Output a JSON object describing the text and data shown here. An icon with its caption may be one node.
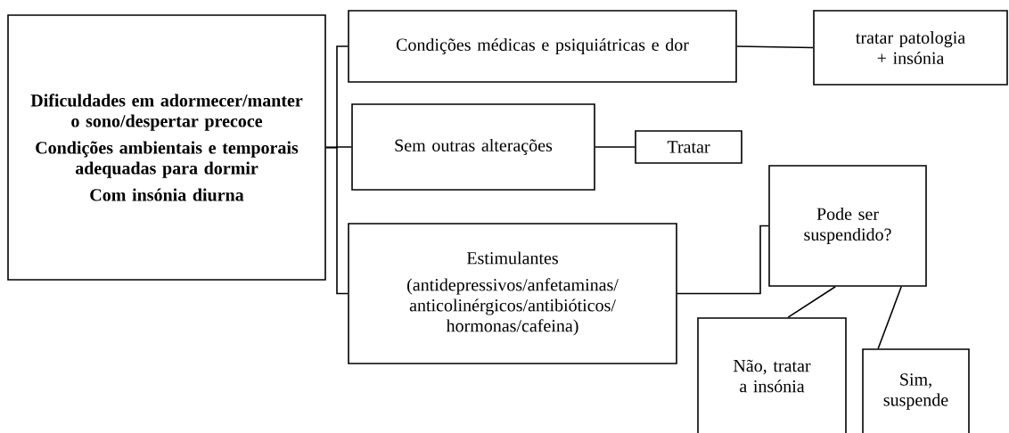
{
  "diagram": {
    "nodes": [
      {
        "text": [
          "Dificuldades em adormecer/manter o sono/despertar precoce",
          "Condições ambientais e temporais adequadas para dormir",
          "Com insónia diurna"
        ]
      },
      {
        "text": [
          "Condições médicas e psiquiátricas e dor"
        ]
      },
      {
        "text": [
          "tratar patologia + insónia"
        ]
      },
      {
        "text": [
          "Sem outras alterações"
        ]
      },
      {
        "text": [
          "Tratar"
        ]
      },
      {
        "text": [
          "Estimulantes",
          "(antidepressivos/anfetaminas/ anticolinérgicos/antibióticos/ hormonas/cafeina)"
        ]
      },
      {
        "text": [
          "Pode ser suspendido?"
        ]
      },
      {
        "text": [
          "Não, tratar a insónia"
        ]
      },
      {
        "text": [
          "Sim, suspende"
        ]
      }
    ],
    "edges": [
      {
        "from": 0,
        "to": 1,
        "arrow": "none"
      },
      {
        "from": 0,
        "to": 3,
        "arrow": "none"
      },
      {
        "from": 0,
        "to": 5,
        "arrow": "none"
      },
      {
        "from": 1,
        "to": 2,
        "arrow": "none"
      },
      {
        "from": 3,
        "to": 4,
        "arrow": "none"
      },
      {
        "from": 5,
        "to": 6,
        "arrow": "none"
      },
      {
        "from": 6,
        "to": 7,
        "arrow": "none"
      },
      {
        "from": 6,
        "to": 8,
        "arrow": "none"
      }
    ]
  }
}
